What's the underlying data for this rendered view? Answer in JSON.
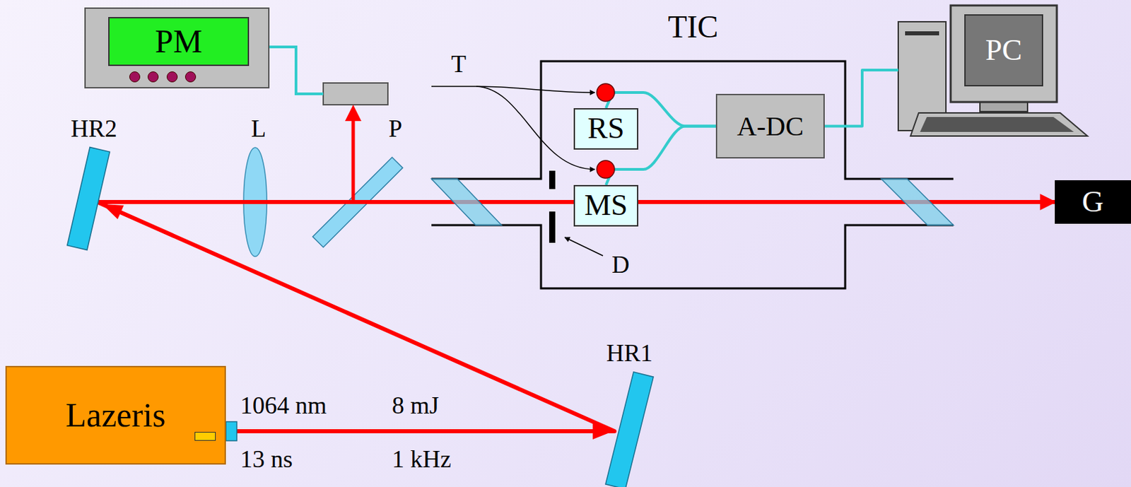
{
  "diagram": {
    "nodes": [
      {
        "text": [
          "PM"
        ]
      },
      {
        "text": [
          "TIC"
        ]
      },
      {
        "text": [
          "RS"
        ],
        "in": 1
      },
      {
        "text": [
          "MS"
        ],
        "in": 1
      },
      {
        "text": [
          "A-DC"
        ],
        "in": 1
      },
      {
        "text": [
          "PC"
        ]
      },
      {
        "text": [
          "G"
        ]
      },
      {
        "text": [
          "Lazeris"
        ]
      }
    ],
    "edges": [
      {
        "from": 7,
        "to": 6,
        "arrow": "to"
      },
      {
        "from": 2,
        "to": 4,
        "arrow": "none"
      },
      {
        "from": 3,
        "to": 4,
        "arrow": "none"
      },
      {
        "from": 4,
        "to": 5,
        "arrow": "none"
      }
    ],
    "labels": [
      "T",
      "HR2",
      "L",
      "P",
      "D",
      "HR1",
      "1064 nm",
      "8 mJ",
      "13 ns",
      "1 kHz"
    ]
  }
}
